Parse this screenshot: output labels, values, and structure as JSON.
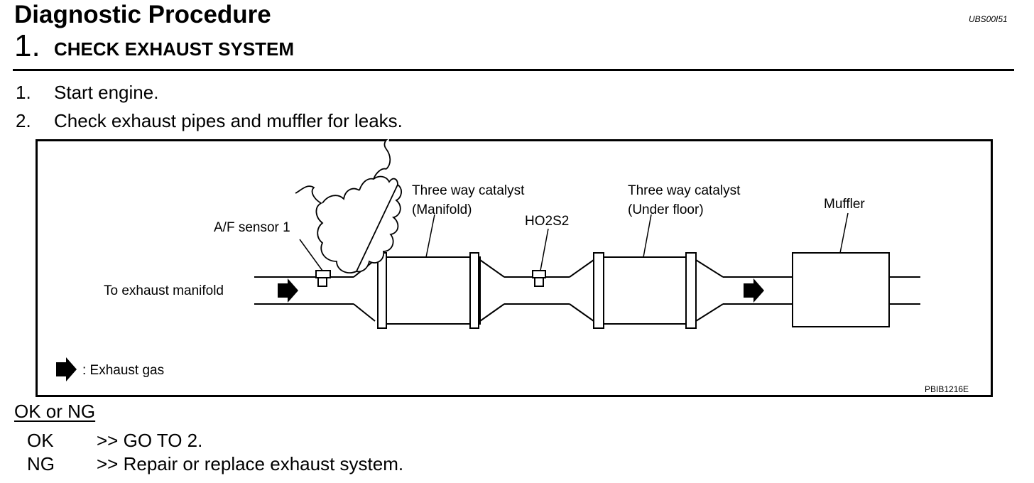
{
  "header": {
    "title": "Diagnostic Procedure",
    "doc_code": "UBS00I51",
    "step_number": "1.",
    "step_title": "CHECK EXHAUST SYSTEM"
  },
  "instructions": [
    {
      "num": "1.",
      "text": "Start engine."
    },
    {
      "num": "2.",
      "text": "Check exhaust pipes and muffler for leaks."
    }
  ],
  "figure": {
    "labels": {
      "af_sensor": "A/F sensor 1",
      "to_manifold": "To exhaust manifold",
      "cat1_line1": "Three way catalyst",
      "cat1_line2": "(Manifold)",
      "ho2s2": "HO2S2",
      "cat2_line1": "Three way catalyst",
      "cat2_line2": "(Under floor)",
      "muffler": "Muffler",
      "legend": ": Exhaust gas",
      "figure_code": "PBIB1216E"
    }
  },
  "result": {
    "heading": "OK or NG",
    "ok_label": "OK",
    "ok_text": ">> GO TO 2.",
    "ng_label": "NG",
    "ng_text": ">> Repair or replace exhaust system."
  }
}
